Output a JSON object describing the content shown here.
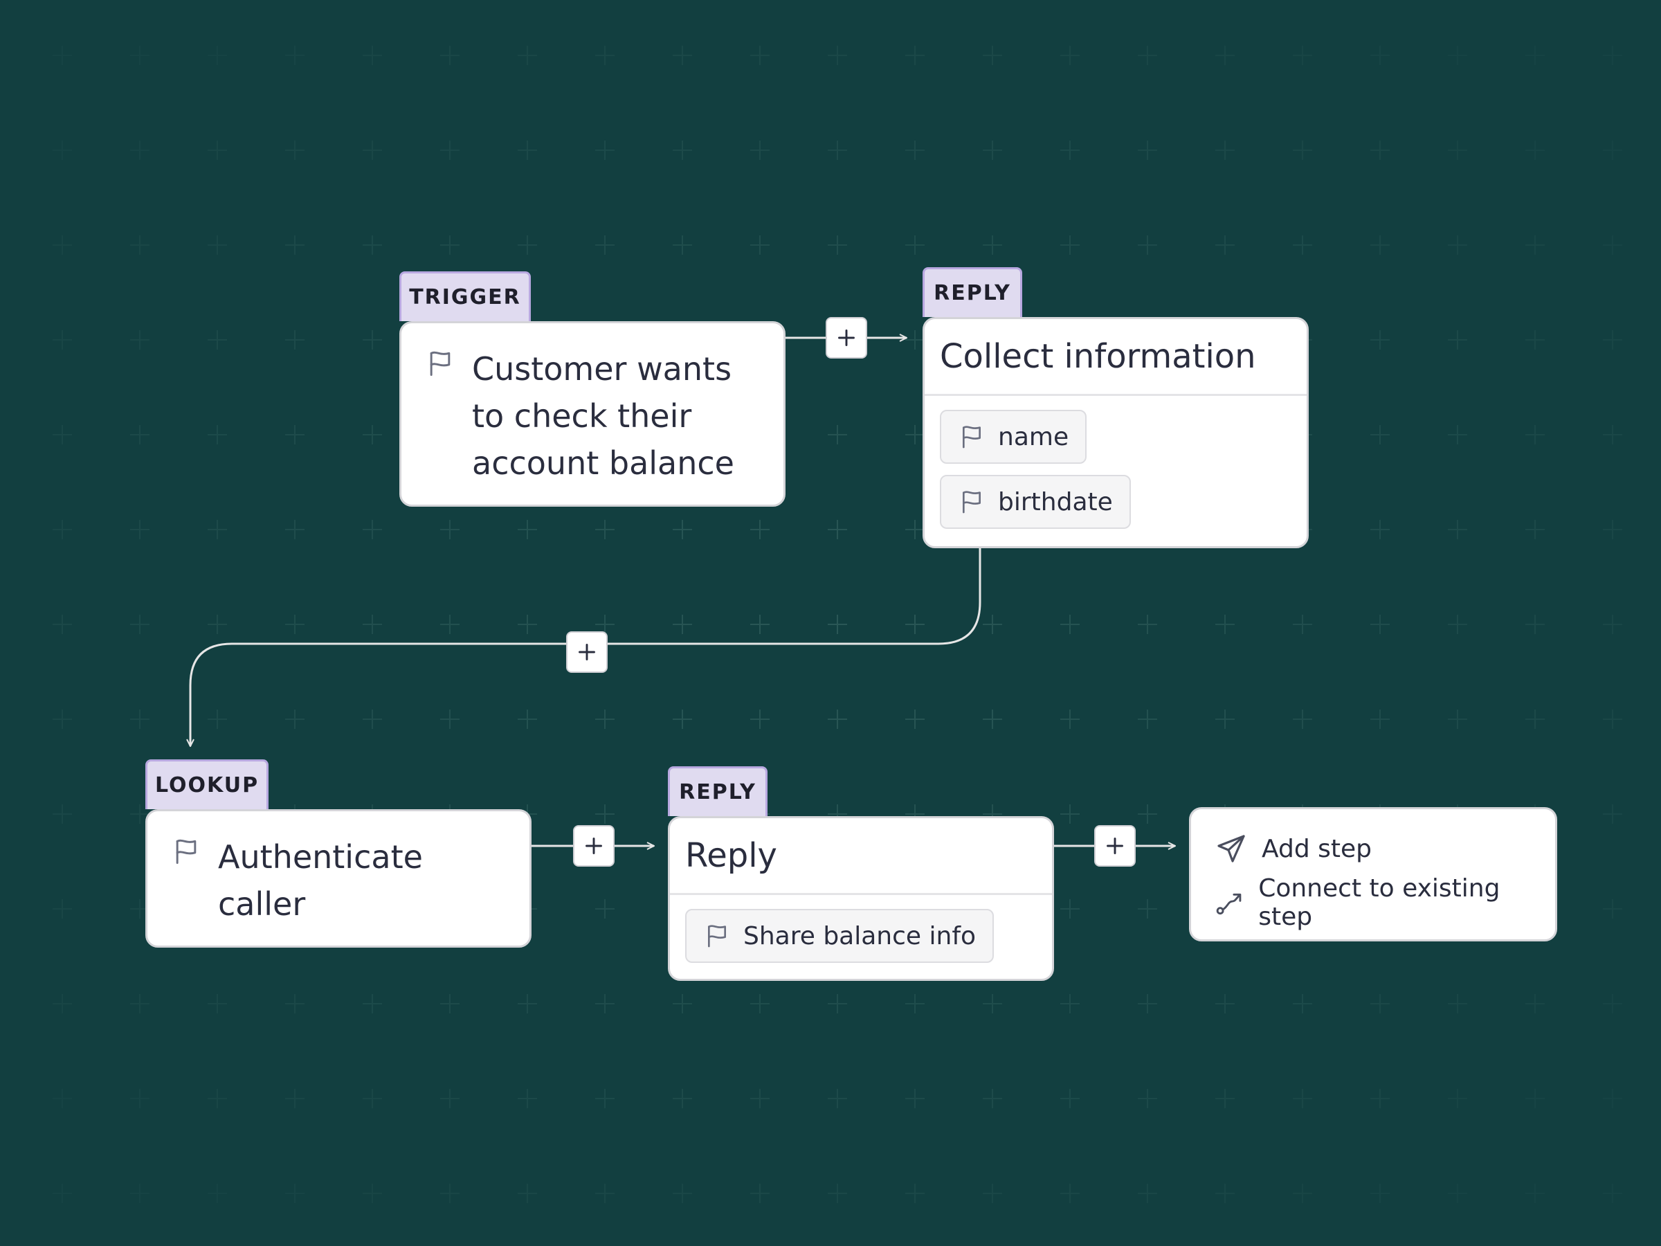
{
  "nodes": {
    "trigger": {
      "tag": "TRIGGER",
      "text": "Customer wants to check their account balance"
    },
    "collect": {
      "tag": "REPLY",
      "title": "Collect information",
      "chips": [
        "name",
        "birthdate"
      ]
    },
    "lookup": {
      "tag": "LOOKUP",
      "text": "Authenticate caller"
    },
    "reply": {
      "tag": "REPLY",
      "title": "Reply",
      "chips": [
        "Share balance info"
      ]
    }
  },
  "menu": {
    "add_step": "Add step",
    "connect_existing": "Connect to existing step"
  },
  "icons": {
    "flag": "flag-icon",
    "plus": "plus-icon",
    "send": "send-icon",
    "connect": "route-icon"
  },
  "colors": {
    "background": "#123f40",
    "tag_fill": "#e0dbf0",
    "tag_border": "#b8a8e0",
    "card": "#ffffff",
    "connector": "#e6e6e6",
    "text": "#2a2d3e"
  }
}
